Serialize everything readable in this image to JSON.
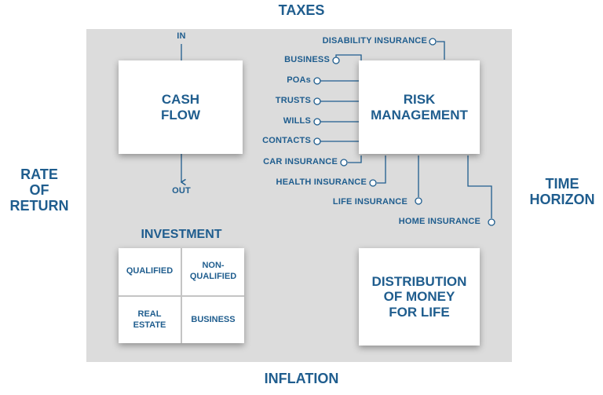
{
  "edges": {
    "top": "TAXES",
    "bottom": "INFLATION",
    "left": "RATE\nOF\nRETURN",
    "right": "TIME\nHORIZON"
  },
  "cash_flow": {
    "in_label": "IN",
    "title": "CASH\nFLOW",
    "out_label": "OUT"
  },
  "risk_management": {
    "title": "RISK\nMANAGEMENT",
    "items": {
      "disability": "DISABILITY INSURANCE",
      "business": "BUSINESS",
      "poas": "POAs",
      "trusts": "TRUSTS",
      "wills": "WILLS",
      "contacts": "CONTACTS",
      "car": "CAR INSURANCE",
      "health": "HEALTH INSURANCE",
      "life": "LIFE INSURANCE",
      "home": "HOME INSURANCE"
    }
  },
  "investment": {
    "title": "INVESTMENT",
    "cells": {
      "qualified": "QUALIFIED",
      "non_qualified": "NON-\nQUALIFIED",
      "real_estate": "REAL\nESTATE",
      "business": "BUSINESS"
    }
  },
  "distribution": {
    "title": "DISTRIBUTION\nOF MONEY\nFOR LIFE"
  },
  "colors": {
    "accent": "#1f5d8e",
    "panel": "#dcdcdc",
    "card": "#ffffff"
  }
}
